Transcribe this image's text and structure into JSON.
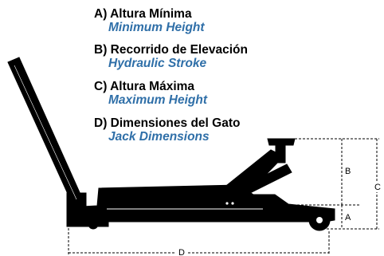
{
  "legend": {
    "a": {
      "spanish": "A) Altura Mínima",
      "english": "Minimum Height"
    },
    "b": {
      "spanish": "B) Recorrido de Elevación",
      "english": "Hydraulic Stroke"
    },
    "c": {
      "spanish": "C) Altura Máxima",
      "english": "Maximum Height"
    },
    "d": {
      "spanish": "D) Dimensiones del Gato",
      "english": "Jack Dimensions"
    }
  },
  "dimension_labels": {
    "a": "A",
    "b": "B",
    "c": "C",
    "d": "D"
  },
  "colors": {
    "english_text": "#2f6fa8",
    "jack": "#000000",
    "dimension_lines": "#000000"
  }
}
